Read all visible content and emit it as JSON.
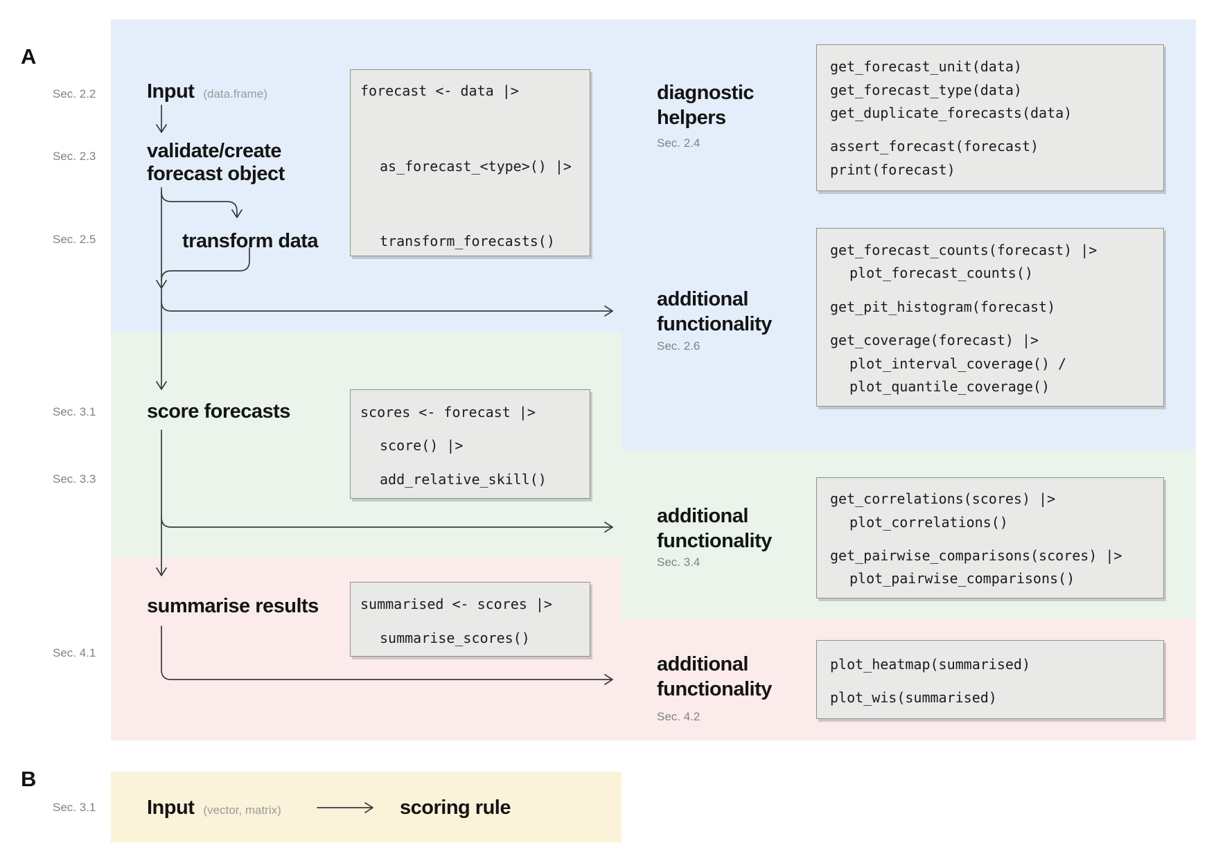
{
  "colors": {
    "band-blue": "#e4eefb",
    "band-green": "#eaf4ea",
    "band-pink": "#fcebeb",
    "band-yellow": "#faf3d9",
    "box-bg": "#e9e9e8",
    "box-border": "#8f8f8f",
    "arrow": "#3a3a3a"
  },
  "panels": {
    "a": "A",
    "b": "B"
  },
  "sections": {
    "s22": "Sec. 2.2",
    "s23": "Sec. 2.3",
    "s25": "Sec. 2.5",
    "s31": "Sec. 3.1",
    "s33": "Sec. 3.3",
    "s41": "Sec. 4.1",
    "b31": "Sec. 3.1"
  },
  "flow": {
    "input": "Input",
    "input_type": "(data.frame)",
    "validate1": "validate/create",
    "validate2": "forecast object",
    "transform": "transform data",
    "score": "score forecasts",
    "summarise": "summarise results"
  },
  "right": {
    "diag1": "diagnostic",
    "diag2": "helpers",
    "diag_sec": "Sec. 2.4",
    "af1_1": "additional",
    "af1_2": "functionality",
    "af1_sec": "Sec. 2.6",
    "af2_1": "additional",
    "af2_2": "functionality",
    "af2_sec": "Sec. 3.4",
    "af3_1": "additional",
    "af3_2": "functionality",
    "af3_sec": "Sec. 4.2"
  },
  "code": {
    "pipeline1": {
      "l1": "forecast <- data |>",
      "l2": "as_forecast_<type>() |>",
      "l3": "transform_forecasts()"
    },
    "pipeline2": {
      "l1": "scores <- forecast |>",
      "l2": "score() |>",
      "l3": "add_relative_skill()"
    },
    "pipeline3": {
      "l1": "summarised <- scores |>",
      "l2": "summarise_scores()"
    },
    "diagnostic": {
      "l1": "get_forecast_unit(data)",
      "l2": "get_forecast_type(data)",
      "l3": "get_duplicate_forecasts(data)",
      "l4": "assert_forecast(forecast)",
      "l5": "print(forecast)"
    },
    "af1": {
      "l1": "get_forecast_counts(forecast) |>",
      "l2": "plot_forecast_counts()",
      "l3": "get_pit_histogram(forecast)",
      "l4": "get_coverage(forecast) |>",
      "l5": "plot_interval_coverage() /",
      "l6": "plot_quantile_coverage()"
    },
    "af2": {
      "l1": "get_correlations(scores) |>",
      "l2": "plot_correlations()",
      "l3": "get_pairwise_comparisons(scores) |>",
      "l4": "plot_pairwise_comparisons()"
    },
    "af3": {
      "l1": "plot_heatmap(summarised)",
      "l2": "plot_wis(summarised)"
    }
  },
  "panel_b": {
    "input": "Input",
    "input_type": "(vector, matrix)",
    "rule": "scoring rule"
  }
}
